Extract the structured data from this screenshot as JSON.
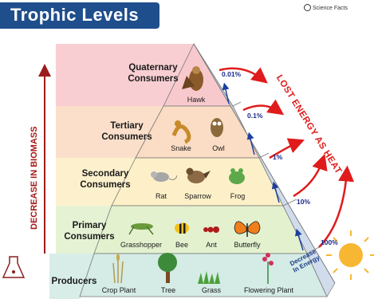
{
  "title": "Trophic Levels",
  "brand": "Science Facts",
  "side_label": "DECREASE IN BIOMASS",
  "heat_label": "LOST ENERGY AS HEAT",
  "energy_label_line1": "Decrease",
  "energy_label_line2": "In Energy",
  "levels": [
    {
      "name_line1": "Quaternary",
      "name_line2": "Consumers",
      "percent": "0.01%",
      "organisms": [
        "Hawk"
      ],
      "band_color": "#f7c9cd"
    },
    {
      "name_line1": "Tertiary",
      "name_line2": "Consumers",
      "percent": "0.1%",
      "organisms": [
        "Snake",
        "Owl"
      ],
      "band_color": "#fbdcc4"
    },
    {
      "name_line1": "Secondary",
      "name_line2": "Consumers",
      "percent": "1%",
      "organisms": [
        "Rat",
        "Sparrow",
        "Frog"
      ],
      "band_color": "#fdf0c8"
    },
    {
      "name_line1": "Primary",
      "name_line2": "Consumers",
      "percent": "10%",
      "organisms": [
        "Grasshopper",
        "Bee",
        "Ant",
        "Butterfly"
      ],
      "band_color": "#e3f1cf"
    },
    {
      "name_line1": "Producers",
      "name_line2": "",
      "percent": "100%",
      "organisms": [
        "Crop Plant",
        "Tree",
        "Grass",
        "Flowering Plant"
      ],
      "band_color": "#d4ebe6"
    }
  ],
  "colors": {
    "title_bg": "#1f4e8c",
    "arrow_red": "#e01b1b",
    "arrow_blue": "#1d3fa0",
    "biomass_arrow": "#9c1b1b"
  }
}
